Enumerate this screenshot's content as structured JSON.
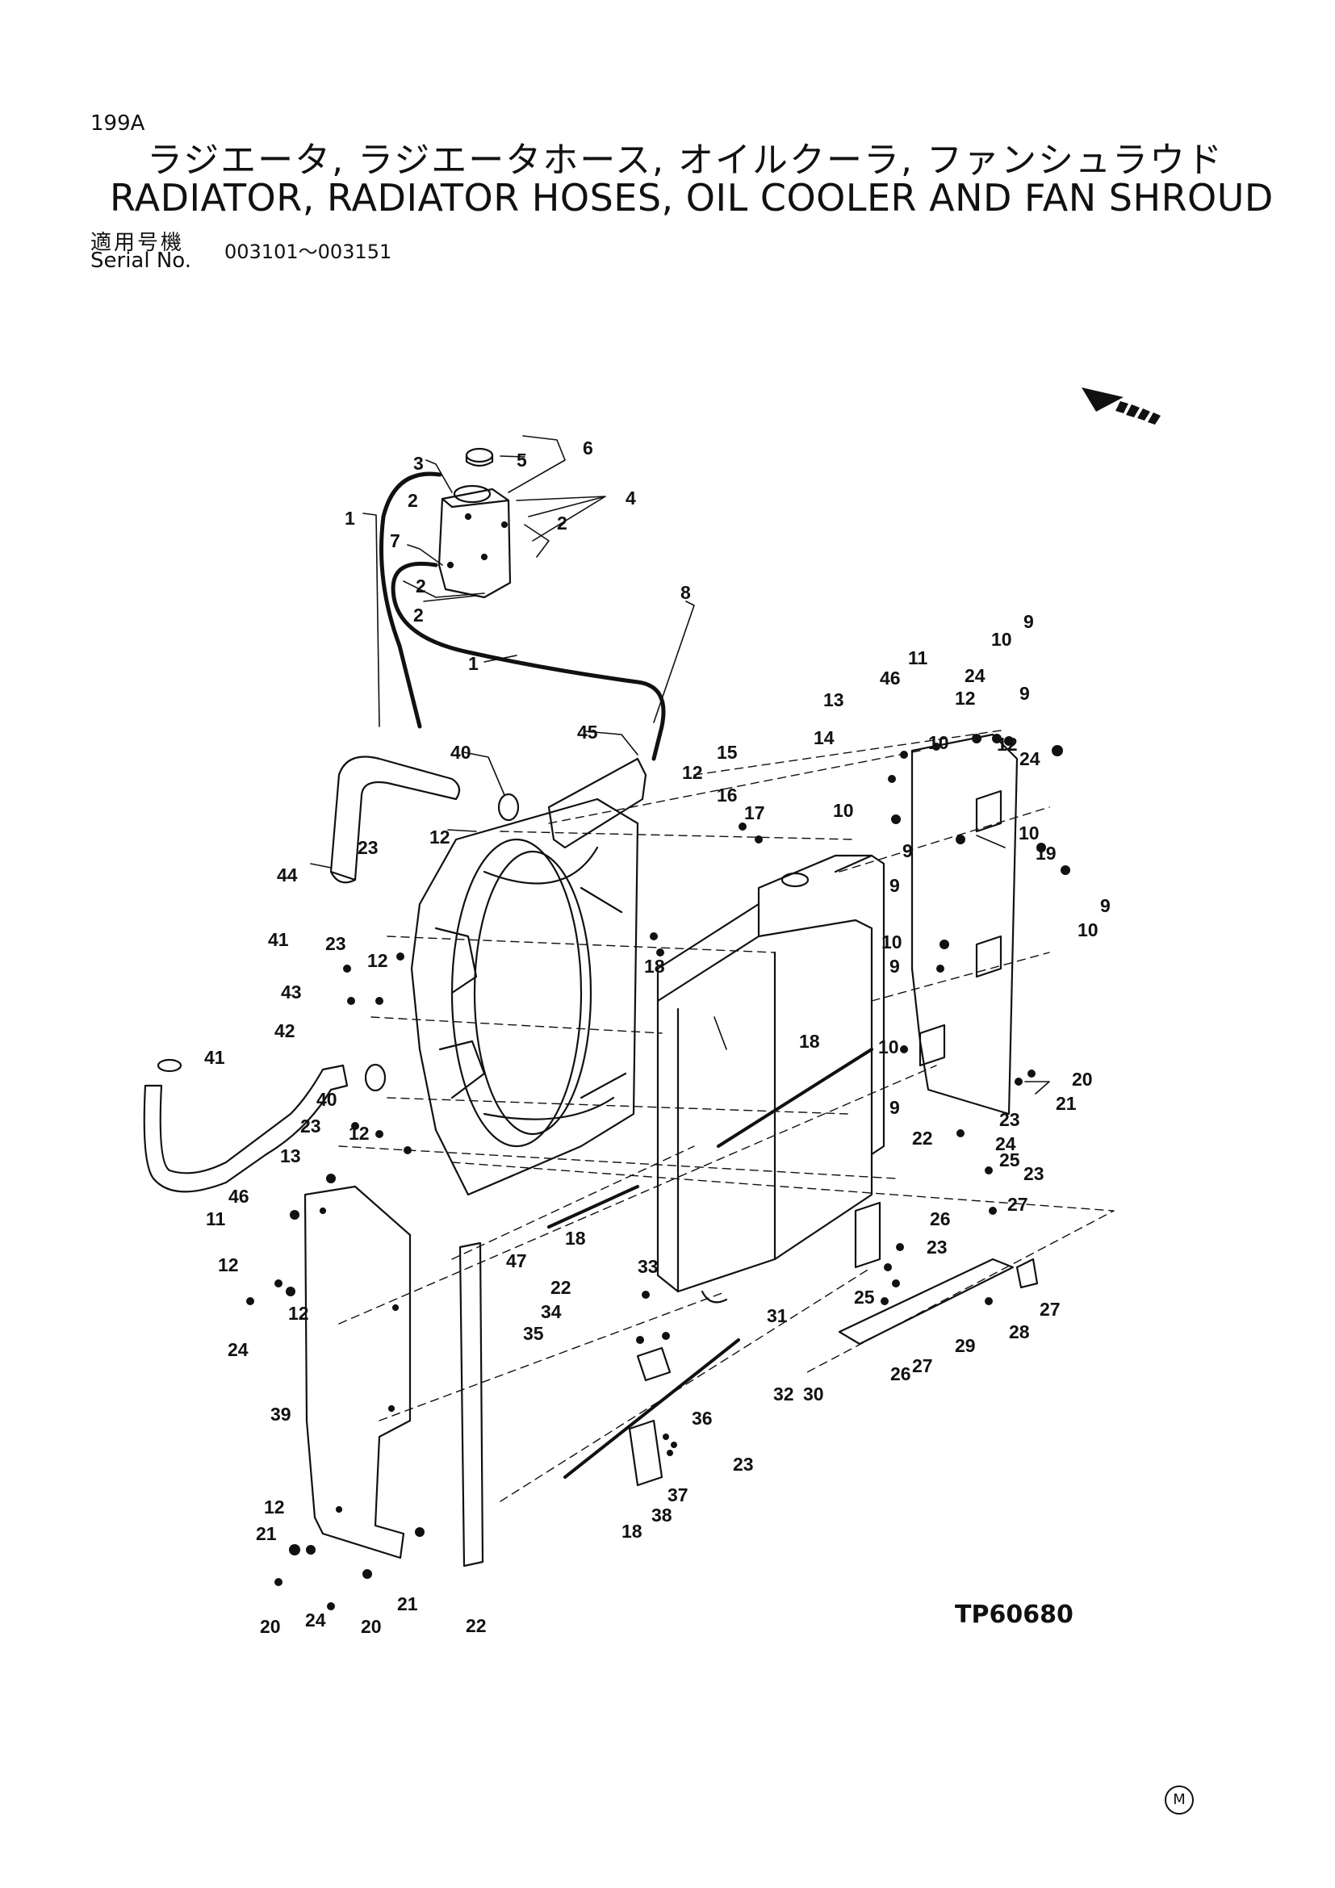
{
  "header": {
    "page_number": "199A",
    "title_jp": "ラジエータ, ラジエータホース, オイルクーラ, ファンシュラウド",
    "title_en": "RADIATOR, RADIATOR HOSES, OIL COOLER AND FAN SHROUD",
    "serial_label_jp": "適用号機",
    "serial_label_en": "Serial No.",
    "serial_range": "003101～003151"
  },
  "diagram": {
    "id": "TP60680",
    "mark": "M",
    "callouts": {
      "c1a": "1",
      "c1b": "1",
      "c2a": "2",
      "c2b": "2",
      "c2c": "2",
      "c2d": "2",
      "c3": "3",
      "c4": "4",
      "c5": "5",
      "c6": "6",
      "c7": "7",
      "c8": "8",
      "c9a": "9",
      "c9b": "9",
      "c9c": "9",
      "c9d": "9",
      "c9e": "9",
      "c9f": "9",
      "c9g": "9",
      "c10a": "10",
      "c10b": "10",
      "c10c": "10",
      "c10d": "10",
      "c10e": "10",
      "c10f": "10",
      "c10g": "10",
      "c11a": "11",
      "c11b": "11",
      "c12a": "12",
      "c12b": "12",
      "c12c": "12",
      "c12d": "12",
      "c12e": "12",
      "c12f": "12",
      "c12g": "12",
      "c12h": "12",
      "c12i": "12",
      "c13a": "13",
      "c13b": "13",
      "c14": "14",
      "c15": "15",
      "c16": "16",
      "c17": "17",
      "c18a": "18",
      "c18b": "18",
      "c18c": "18",
      "c18d": "18",
      "c19": "19",
      "c20a": "20",
      "c20b": "20",
      "c20c": "20",
      "c21a": "21",
      "c21b": "21",
      "c21c": "21",
      "c22a": "22",
      "c22b": "22",
      "c22c": "22",
      "c23a": "23",
      "c23b": "23",
      "c23c": "23",
      "c23d": "23",
      "c23e": "23",
      "c23f": "23",
      "c23g": "23",
      "c24a": "24",
      "c24b": "24",
      "c24c": "24",
      "c24d": "24",
      "c24e": "24",
      "c25a": "25",
      "c25b": "25",
      "c26a": "26",
      "c26b": "26",
      "c27a": "27",
      "c27b": "27",
      "c27c": "27",
      "c28": "28",
      "c29": "29",
      "c30": "30",
      "c31": "31",
      "c32": "32",
      "c33": "33",
      "c34": "34",
      "c35": "35",
      "c36": "36",
      "c37": "37",
      "c38": "38",
      "c39": "39",
      "c40a": "40",
      "c40b": "40",
      "c41a": "41",
      "c41b": "41",
      "c42": "42",
      "c43": "43",
      "c44": "44",
      "c45": "45",
      "c46a": "46",
      "c46b": "46",
      "c47": "47"
    }
  }
}
